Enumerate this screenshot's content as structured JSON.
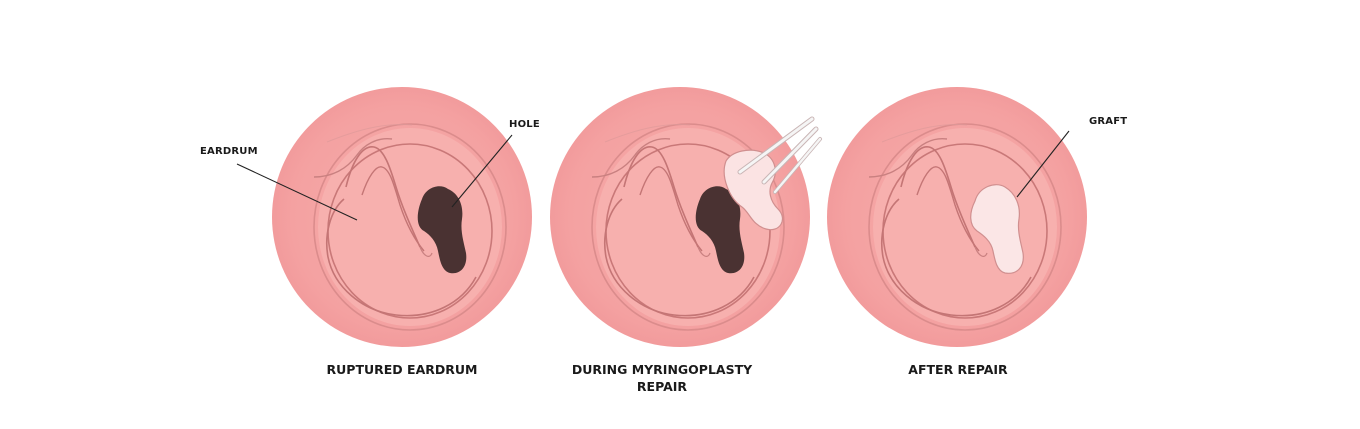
{
  "colors": {
    "background": "#ffffff",
    "outer_disc": "#f5a3a3",
    "inner_membrane": "#f7b2b0",
    "ridge_line": "#c97878",
    "hole": "#4a3232",
    "graft": "#fbe3e3",
    "graft_outline": "#d08f8f",
    "forceps": "#f2f2f2",
    "leader_line": "#222222",
    "text": "#1a1a1a"
  },
  "panels": [
    {
      "id": "ruptured",
      "caption_lines": [
        "RUPTURED EARDRUM"
      ],
      "callouts": [
        {
          "text": "EARDRUM",
          "target": "membrane"
        },
        {
          "text": "HOLE",
          "target": "perforation"
        }
      ]
    },
    {
      "id": "during",
      "caption_lines": [
        "DURING MYRINGOPLASTY",
        "REPAIR"
      ],
      "callouts": []
    },
    {
      "id": "after",
      "caption_lines": [
        "AFTER REPAIR"
      ],
      "callouts": [
        {
          "text": "GRAFT",
          "target": "graft-patch"
        }
      ]
    }
  ]
}
